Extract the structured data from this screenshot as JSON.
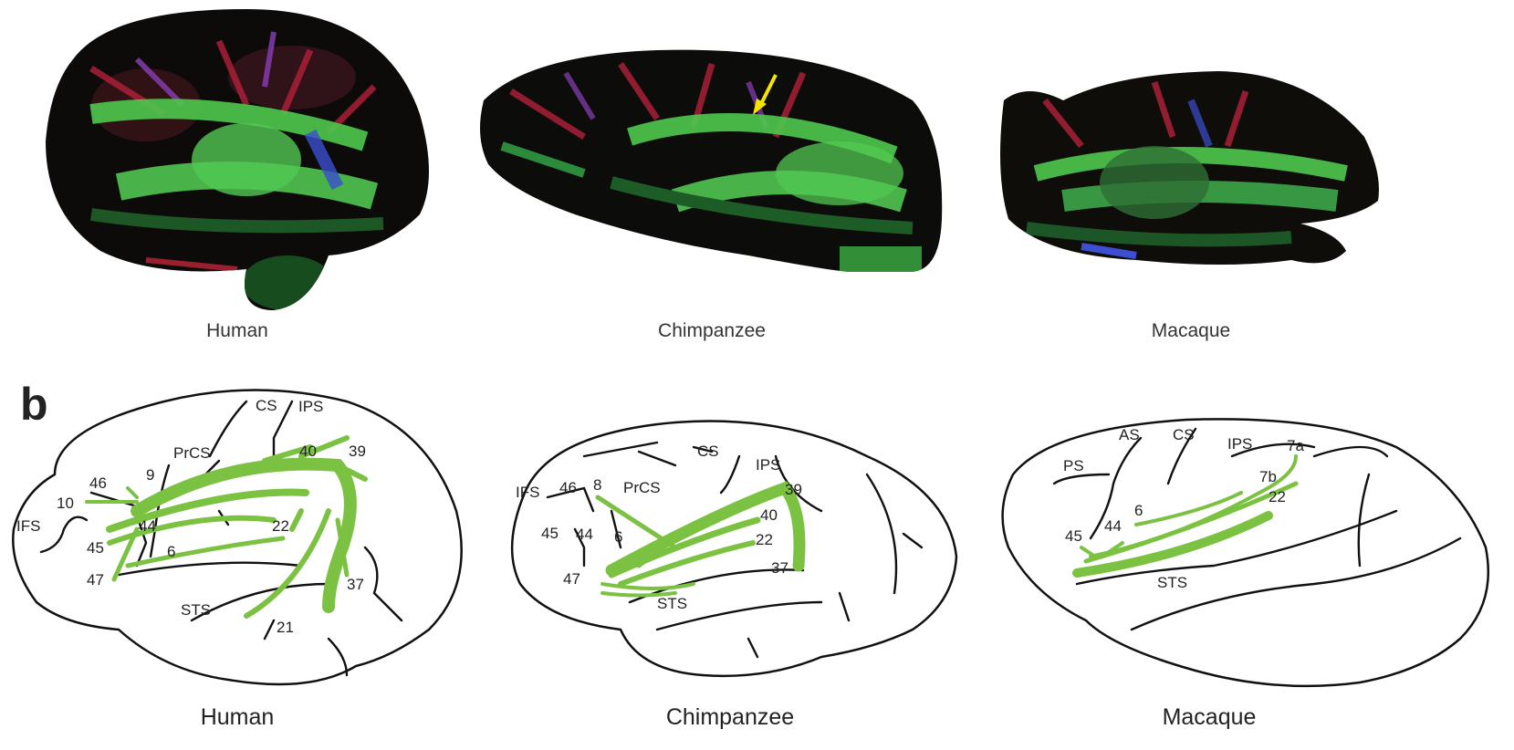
{
  "panel_b_letter": "b",
  "row_a": {
    "captions": [
      "Human",
      "Chimpanzee",
      "Macaque"
    ]
  },
  "row_b": {
    "captions": [
      "Human",
      "Chimpanzee",
      "Macaque"
    ],
    "human_labels": {
      "cs": "CS",
      "ips": "IPS",
      "prcs": "PrCS",
      "ifs": "IFS",
      "a46": "46",
      "a9": "9",
      "a10": "10",
      "a44": "44",
      "a45": "45",
      "a47": "47",
      "a6": "6",
      "a40": "40",
      "a39": "39",
      "a22": "22",
      "a37": "37",
      "a21": "21",
      "sts": "STS"
    },
    "chimp_labels": {
      "cs": "CS",
      "ips": "IPS",
      "prcs": "PrCS",
      "ifs": "IFS",
      "a46": "46",
      "a8": "8",
      "a45": "45",
      "a44": "44",
      "a6": "6",
      "a47": "47",
      "a39": "39",
      "a40": "40",
      "a22": "22",
      "a37": "37",
      "sts": "STS"
    },
    "macaque_labels": {
      "as": "AS",
      "cs": "CS",
      "ips": "IPS",
      "ps": "PS",
      "a7a": "7a",
      "a7b": "7b",
      "a22": "22",
      "a6": "6",
      "a44": "44",
      "a45": "45",
      "sts": "STS"
    }
  },
  "colors": {
    "tract_green": "#7cc242",
    "outline": "#111111"
  }
}
